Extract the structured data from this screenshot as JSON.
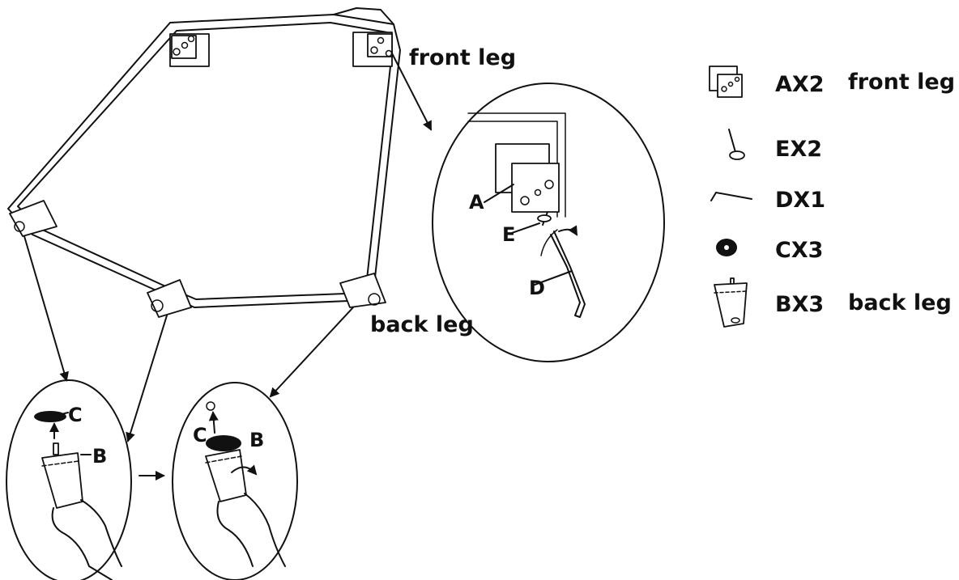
{
  "callouts": {
    "front_leg": "front leg",
    "back_leg": "back leg",
    "a": "A",
    "e": "E",
    "d": "D",
    "c_left": "C",
    "b_left": "B",
    "c_right": "C",
    "b_right": "B"
  },
  "parts_list": [
    {
      "id": "A",
      "qty": "AX2",
      "desc": "front leg"
    },
    {
      "id": "E",
      "qty": "EX2",
      "desc": ""
    },
    {
      "id": "D",
      "qty": "DX1",
      "desc": ""
    },
    {
      "id": "C",
      "qty": "CX3",
      "desc": ""
    },
    {
      "id": "B",
      "qty": "BX3",
      "desc": "back leg"
    }
  ]
}
